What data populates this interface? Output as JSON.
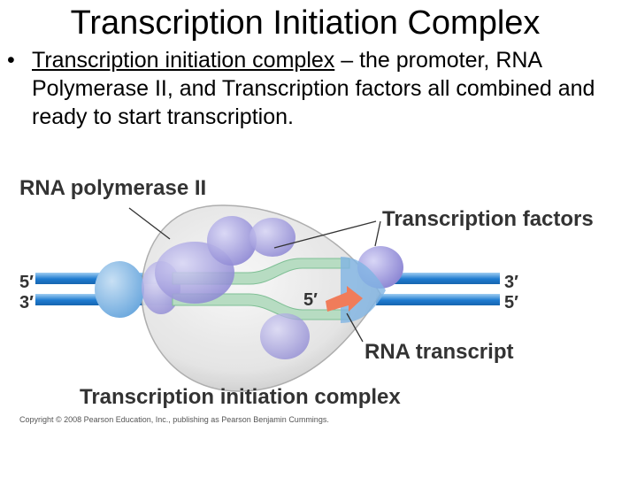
{
  "slide": {
    "title": "Transcription Initiation Complex",
    "bullet": {
      "term": "Transcription initiation complex",
      "definition": " – the promoter, RNA Polymerase II, and Transcription factors all combined and ready to start transcription."
    }
  },
  "figure": {
    "labels": {
      "rna_polymerase": "RNA polymerase II",
      "transcription_factors": "Transcription factors",
      "rna_transcript": "RNA transcript",
      "complex": "Transcription initiation complex",
      "left_top_end": "5′",
      "left_bottom_end": "3′",
      "right_top_end": "3′",
      "right_bottom_end": "5′",
      "transcript_end": "5′"
    },
    "copyright": "Copyright © 2008 Pearson Education, Inc., publishing as Pearson Benjamin Cummings.",
    "colors": {
      "dna_strand": "#1f7bd0",
      "dna_highlight": "#8ec6f0",
      "promoter_region": "#b7dcc2",
      "polymerase_body": "#e3e3e3",
      "factor_purple": "#a9a4e0",
      "rna_arrow": "#f07c5a"
    }
  }
}
